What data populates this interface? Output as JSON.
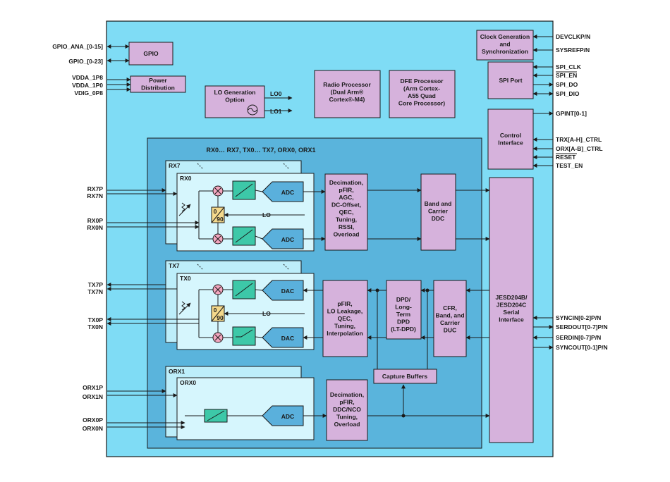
{
  "colors": {
    "chip": "#7fdcf5",
    "region": "#5ab4dc",
    "lane": "#bdeefa",
    "lane_inner": "#d6f6fd",
    "block": "#d6b2dc",
    "green": "#3dc8a8",
    "blue_shape": "#5ab0dc",
    "mixer": "#f3a6bf",
    "phase": "#f5d98c"
  },
  "left_pins": {
    "gpio_ana": "GPIO_ANA_[0-15]",
    "gpio": "GPIO_[0-23]",
    "vdda_1p8": "VDDA_1P8",
    "vdda_1p0": "VDDA_1P0",
    "vdig_0p8": "VDIG_0P8",
    "rx7p": "RX7P",
    "rx7n": "RX7N",
    "rx0p": "RX0P",
    "rx0n": "RX0N",
    "tx7p": "TX7P",
    "tx7n": "TX7N",
    "tx0p": "TX0P",
    "tx0n": "TX0N",
    "orx1p": "ORX1P",
    "orx1n": "ORX1N",
    "orx0p": "ORX0P",
    "orx0n": "ORX0N"
  },
  "right_pins": {
    "devclk": "DEVCLKP/N",
    "sysref": "SYSREFP/N",
    "spi_clk": "SPI_CLK",
    "spi_en": "SPI_EN",
    "spi_do": "SPI_DO",
    "spi_dio": "SPI_DIO",
    "gpint": "GPINT[0-1]",
    "trx_ctrl": "TRX[A-H]_CTRL",
    "orx_ctrl": "ORX[A-B]_CTRL",
    "reset": "RESET",
    "test_en": "TEST_EN",
    "syncin": "SYNCIN[0-2]P/N",
    "serdout": "SERDOUT[0-7]P/N",
    "serdin": "SERDIN[0-7]P/N",
    "syncout": "SYNCOUT[0-1]P/N"
  },
  "blocks": {
    "gpio": [
      "GPIO"
    ],
    "power": [
      "Power",
      "Distribution"
    ],
    "lo_gen": [
      "LO Generation",
      "Option"
    ],
    "lo0": "LO0",
    "lo1": "LO1",
    "radio": [
      "Radio Processor",
      "(Dual Arm®",
      "Cortex®-M4)"
    ],
    "dfe": [
      "DFE Processor",
      "(Arm Cortex-",
      "A55 Quad",
      "Core Processor)"
    ],
    "clock": [
      "Clock Generation",
      "and",
      "Synchronization"
    ],
    "spi": [
      "SPI Port"
    ],
    "control": [
      "Control",
      "Interface"
    ],
    "jesd": [
      "JESD204B/",
      "JESD204C",
      "Serial",
      "Interface"
    ],
    "region_title": "RX0… RX7, TX0… TX7, ORX0, ORX1",
    "rx7": "RX7",
    "rx0": "RX0",
    "tx7": "TX7",
    "tx0": "TX0",
    "orx1": "ORX1",
    "orx0": "ORX0",
    "adc": "ADC",
    "dac": "DAC",
    "lo": "LO",
    "phase_0": "0",
    "phase_90": "90",
    "rx_dec": [
      "Decimation,",
      "pFIR,",
      "AGC,",
      "DC-Offset,",
      "QEC,",
      "Tuning,",
      "RSSI,",
      "Overload"
    ],
    "band_ddc": [
      "Band and",
      "Carrier",
      "DDC"
    ],
    "tx_pfir": [
      "pFIR,",
      "LO Leakage,",
      "QEC,",
      "Tuning,",
      "Interpolation"
    ],
    "dpd": [
      "DPD/",
      "Long-",
      "Term",
      "DPD",
      "(LT-DPD)"
    ],
    "cfr": [
      "CFR,",
      "Band, and",
      "Carrier",
      "DUC"
    ],
    "capture": [
      "Capture Buffers"
    ],
    "orx_dec": [
      "Decimation,",
      "pFIR,",
      "DDC/NCO",
      "Tuning,",
      "Overload"
    ]
  }
}
